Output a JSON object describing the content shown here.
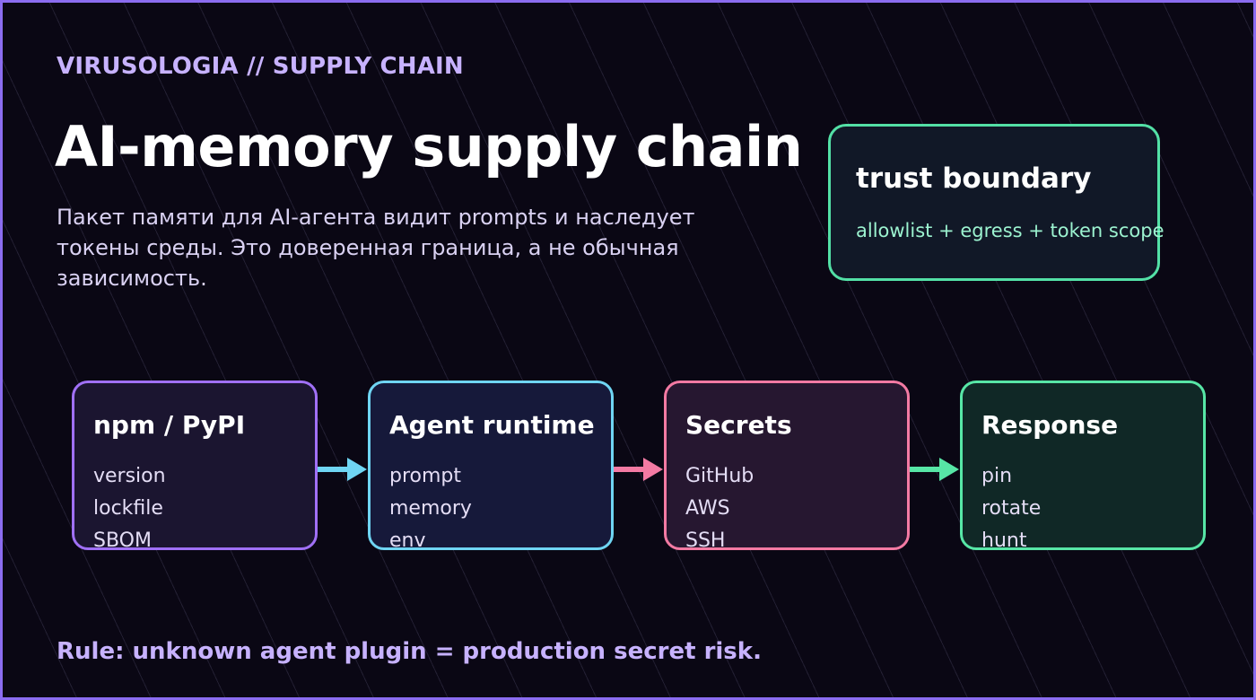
{
  "header": {
    "kicker": "VIRUSOLOGIA // SUPPLY CHAIN",
    "title": "AI-memory supply chain",
    "subtitle": "Пакет памяти для AI-агента видит prompts и наследует токены среды. Это доверенная граница, а не обычная зависимость."
  },
  "trust_boundary": {
    "title": "trust boundary",
    "subtitle": "allowlist + egress + token scope",
    "color": "#53e0a6"
  },
  "flow": [
    {
      "title": "npm / PyPI",
      "items": [
        "version",
        "lockfile",
        "SBOM"
      ],
      "color": "#a070f6"
    },
    {
      "title": "Agent runtime",
      "items": [
        "prompt",
        "memory",
        "env"
      ],
      "color": "#6fd5f3"
    },
    {
      "title": "Secrets",
      "items": [
        "GitHub",
        "AWS",
        "SSH"
      ],
      "color": "#f37aa3"
    },
    {
      "title": "Response",
      "items": [
        "pin",
        "rotate",
        "hunt"
      ],
      "color": "#57e6a6"
    }
  ],
  "arrows": [
    {
      "from": "npm / PyPI",
      "to": "Agent runtime",
      "color": "#6fd5f3"
    },
    {
      "from": "Agent runtime",
      "to": "Secrets",
      "color": "#f37aa3"
    },
    {
      "from": "Secrets",
      "to": "Response",
      "color": "#57e6a6"
    }
  ],
  "footer": {
    "rule": "Rule: unknown agent plugin = production secret risk."
  }
}
